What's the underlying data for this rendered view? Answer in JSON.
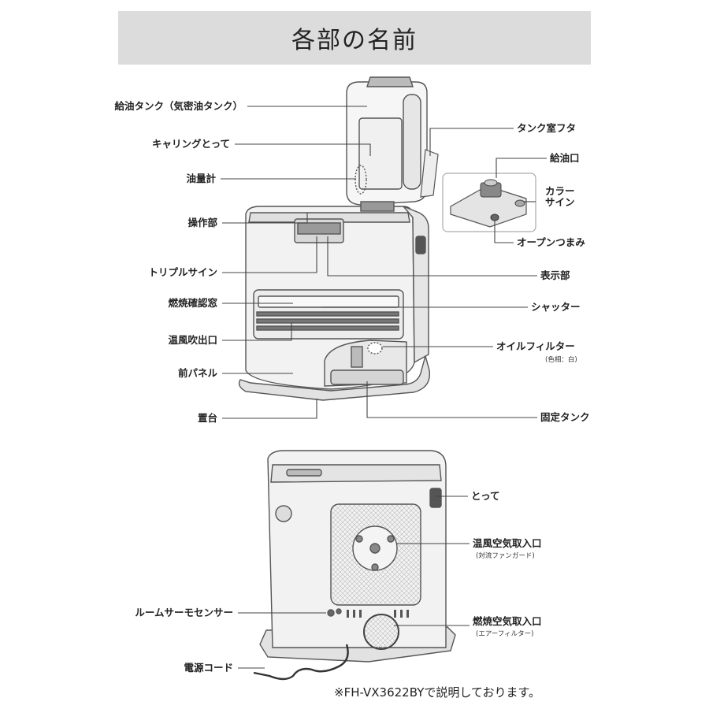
{
  "title": "各部の名前",
  "front_labels": {
    "refuel_tank": "給油タンク（気密油タンク）",
    "carrying_handle": "キャリングとって",
    "oil_gauge": "油量計",
    "control_panel": "操作部",
    "triple_sign": "トリプルサイン",
    "combustion_window": "燃焼確認窓",
    "warm_air_outlet": "温風吹出口",
    "front_panel": "前パネル",
    "base": "置台",
    "tank_lid": "タンク室フタ",
    "refuel_port": "給油口",
    "color_sign": "カラーサイン",
    "color_sign_line1": "カラー",
    "color_sign_line2": "サイン",
    "open_knob": "オープンつまみ",
    "display": "表示部",
    "shutter": "シャッター",
    "oil_filter": "オイルフィルター",
    "oil_filter_note": "(色相：白)",
    "fixed_tank": "固定タンク"
  },
  "back_labels": {
    "handle": "とって",
    "warm_air_intake": "温風空気取入口",
    "warm_air_intake_note": "(対流ファンガード)",
    "room_sensor": "ルームサーモセンサー",
    "combustion_air_intake": "燃焼空気取入口",
    "combustion_air_intake_note": "(エアーフィルター)",
    "power_cord": "電源コード"
  },
  "footnote": "※FH-VX3622BYで説明しております。",
  "colors": {
    "title_bg": "#dcdcdc",
    "line": "#444444",
    "body": "#f2f2f2",
    "outline": "#555555"
  }
}
